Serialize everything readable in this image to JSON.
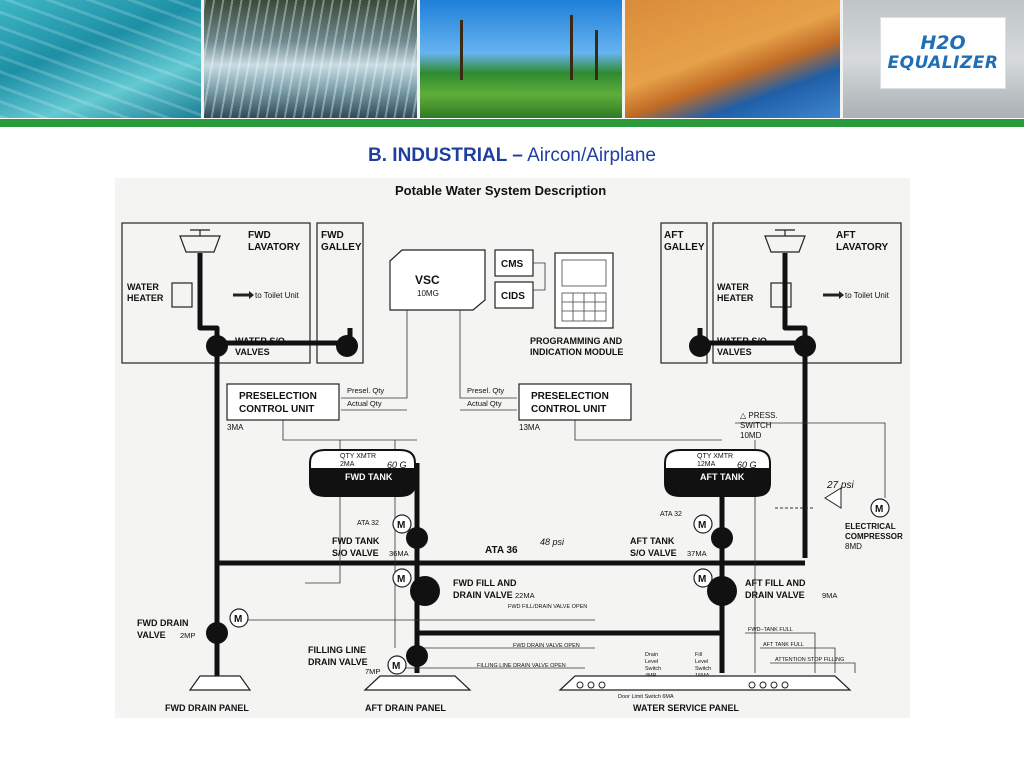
{
  "logo": {
    "line1": "H2O",
    "line2": "EQUALIZER"
  },
  "slide_title": {
    "bold": "B. INDUSTRIAL –",
    "normal": " Aircon/Airplane"
  },
  "diagram": {
    "heading": "Potable Water System Description",
    "fwd_lavatory": [
      "FWD",
      "LAVATORY"
    ],
    "fwd_galley": [
      "FWD",
      "GALLEY"
    ],
    "aft_galley": [
      "AFT",
      "GALLEY"
    ],
    "aft_lavatory": [
      "AFT",
      "LAVATORY"
    ],
    "water_heater": [
      "WATER",
      "HEATER"
    ],
    "to_toilet_unit": "to Toilet Unit",
    "water_so_valves": [
      "WATER S/O",
      "VALVES"
    ],
    "vsc": "VSC",
    "vsc_code": "10MG",
    "cms": "CMS",
    "cids": "CIDS",
    "prog_module": [
      "PROGRAMMING AND",
      "INDICATION MODULE"
    ],
    "preselection": [
      "PRESELECTION",
      "CONTROL UNIT"
    ],
    "presel_qty": "Presel. Qty",
    "actual_qty": "Actual  Qty",
    "fwd_psu_code": "3MA",
    "aft_psu_code": "13MA",
    "press_switch": [
      "△ PRESS.",
      "SWITCH",
      "10MD"
    ],
    "qty_xmtr": "QTY  XMTR",
    "fwd_xmtr_code": "2MA",
    "aft_xmtr_code": "12MA",
    "fwd_tank_label": "FWD TANK",
    "aft_tank_label": "AFT TANK",
    "tank_handwritten": "60 G",
    "psi_27": "27 psi",
    "psi_48": "48 psi",
    "electrical_compressor": [
      "ELECTRICAL",
      "COMPRESSOR",
      "8MD"
    ],
    "ata32": "ATA 32",
    "ata36": "ATA 36",
    "fwd_tank_so": [
      "FWD TANK",
      "S/O VALVE"
    ],
    "fwd_tank_so_code": "36MA",
    "aft_tank_so": [
      "AFT TANK",
      "S/O VALVE"
    ],
    "aft_tank_so_code": "37MA",
    "fwd_fill_drain": [
      "FWD FILL AND",
      "DRAIN VALVE"
    ],
    "fwd_fill_drain_code": "22MA",
    "aft_fill_drain": [
      "AFT FILL AND",
      "DRAIN VALVE"
    ],
    "aft_fill_drain_code": "9MA",
    "fwd_drain_valve": [
      "FWD DRAIN",
      "VALVE"
    ],
    "fwd_drain_code": "2MP",
    "filling_line": [
      "FILLING LINE",
      "DRAIN VALVE"
    ],
    "filling_line_code": "7MP",
    "fwd_fill_drain_open": "FWD FILL/DRAIN VALVE OPEN",
    "fwd_drain_open": "FWD DRAIN VALVE OPEN",
    "filling_line_open": "FILLING LINE DRAIN VALVE OPEN",
    "fwd_tank_full": "FWD–TANK FULL",
    "aft_tank_full": "AFT TANK FULL",
    "attention_stop": "ATTENTION STOP FILLING",
    "drain_level_switch": [
      "Drain",
      "Level",
      "Switch",
      "4MP"
    ],
    "fill_level_switch": [
      "Fill",
      "Level",
      "Switch",
      "16MA"
    ],
    "door_limit_switch": "Door Limit Switch 6MA",
    "fwd_drain_panel": "FWD DRAIN PANEL",
    "aft_drain_panel": "AFT DRAIN PANEL",
    "water_service_panel": "WATER SERVICE PANEL",
    "motor_symbol": "M"
  }
}
